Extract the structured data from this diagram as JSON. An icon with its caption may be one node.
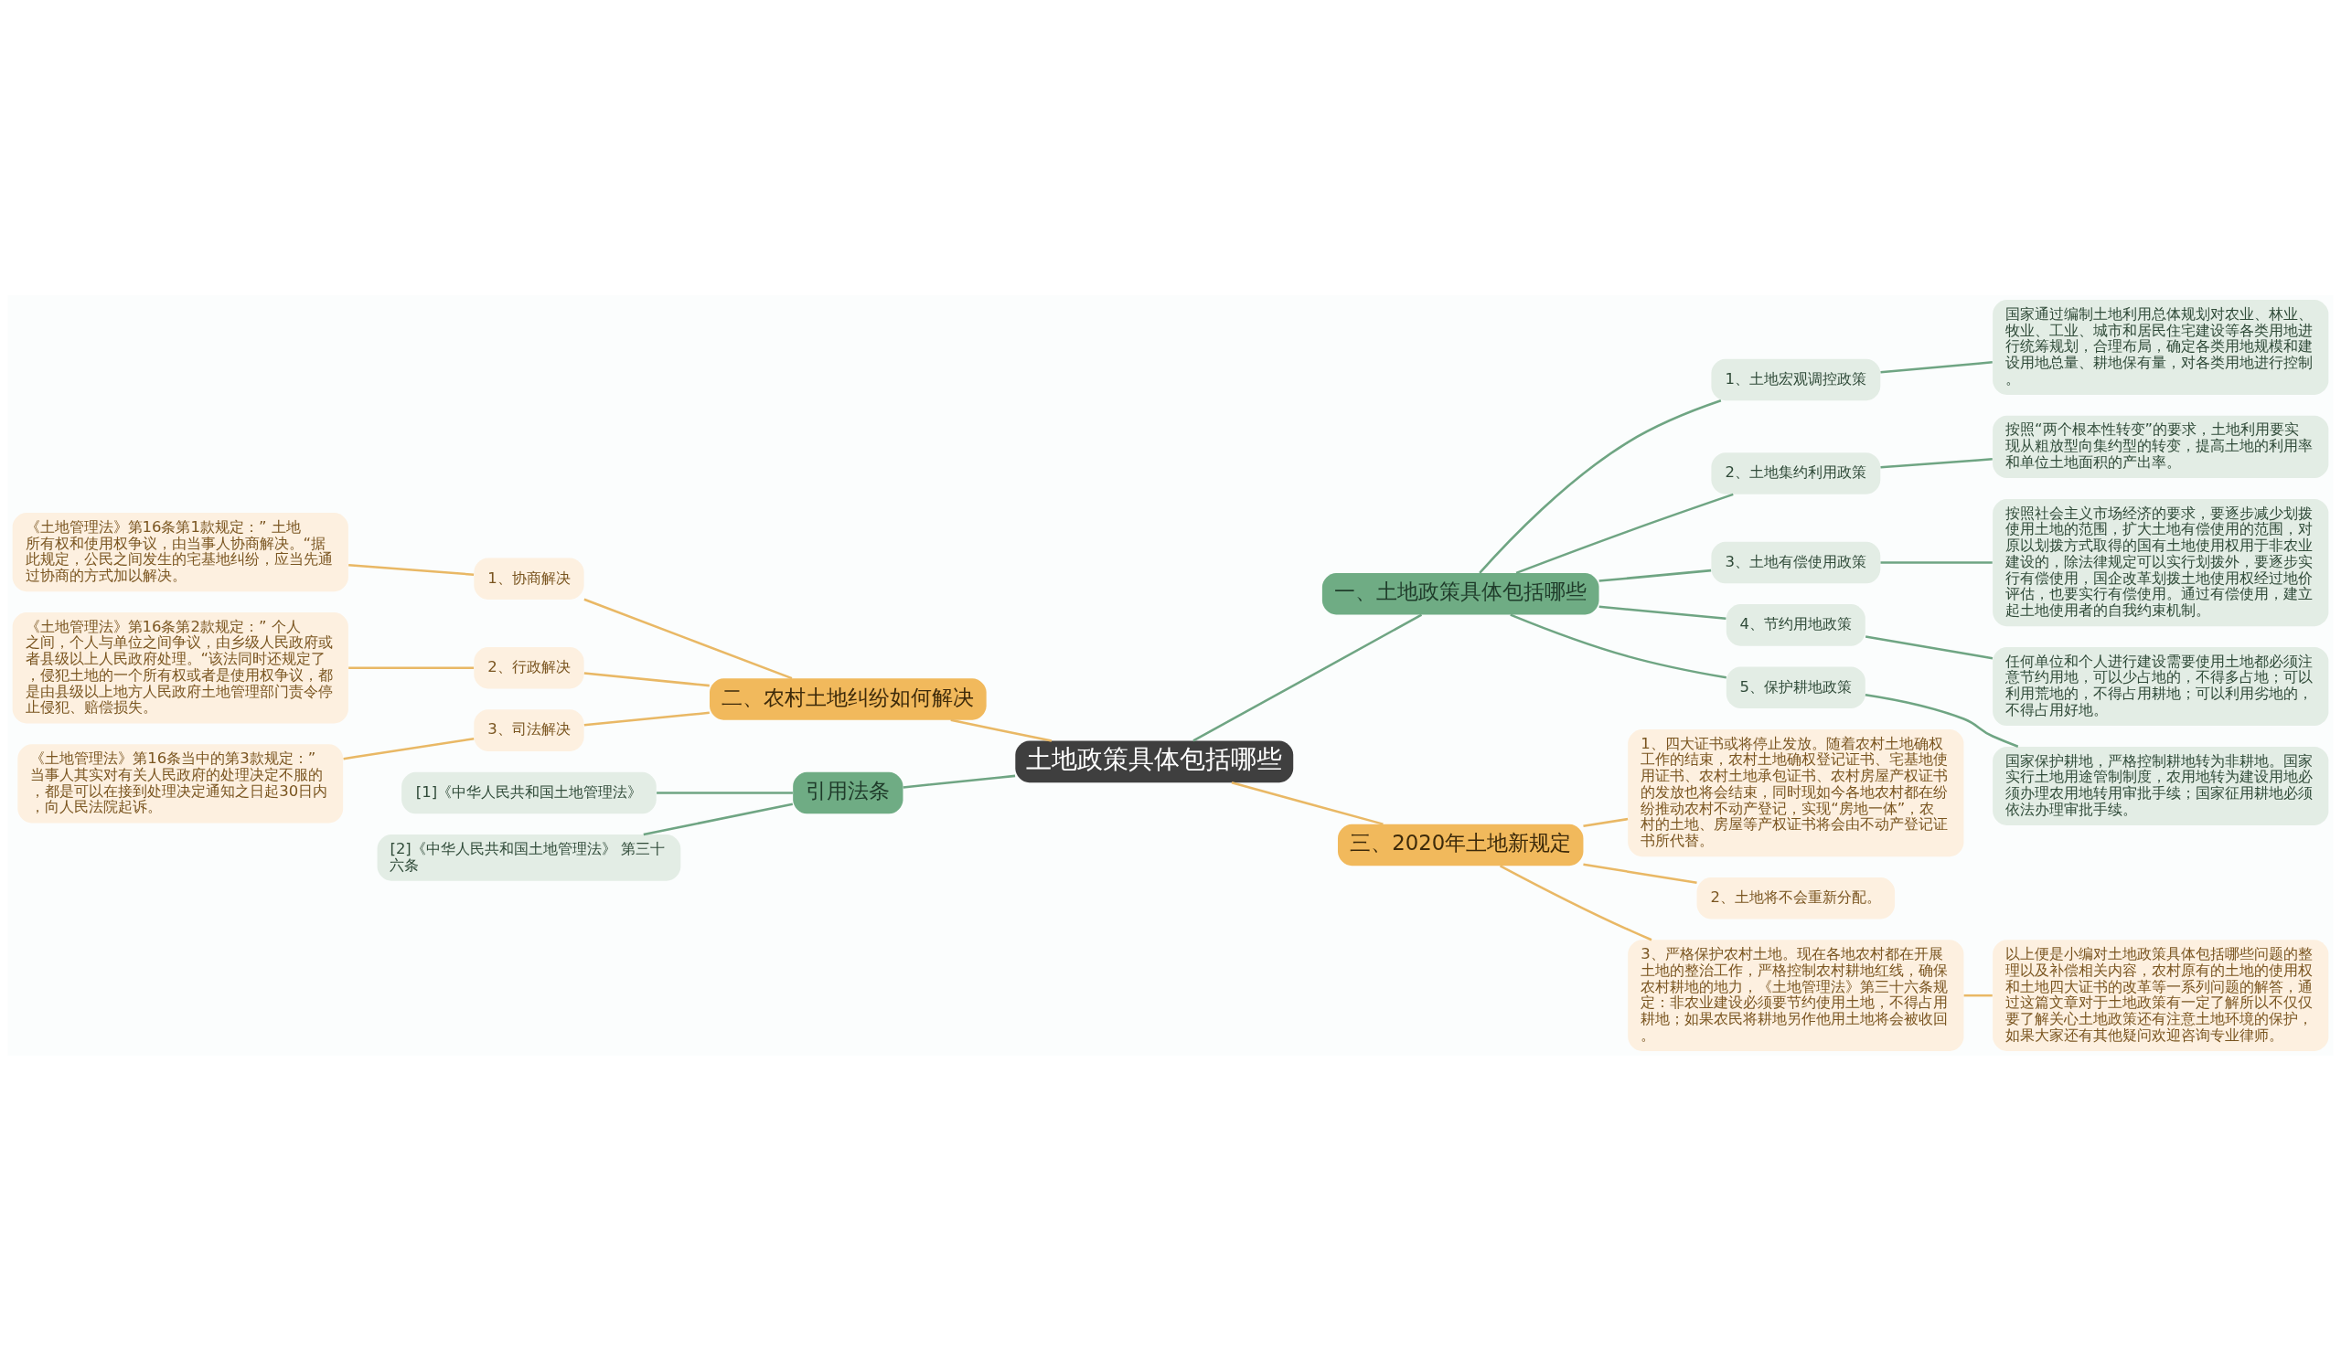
{
  "diagram": {
    "nodes": [
      {
        "text": [
          "土地政策具体包括哪些"
        ]
      },
      {
        "text": [
          "一、土地政策具体包括哪些"
        ]
      },
      {
        "text": [
          "1、土地宏观调控政策"
        ]
      },
      {
        "text": [
          "国家通过编制土地利用总体规划对农业、林业、牧业、工业、城市和居民住宅建设等各类用地进行统筹规划，合理布局，确定各类用地规模和建设用地总量、耕地保有量，对各类用地进行控制。"
        ]
      },
      {
        "text": [
          "2、土地集约利用政策"
        ]
      },
      {
        "text": [
          "按照“两个根本性转变”的要求，土地利用要实现从粗放型向集约型的转变，提高土地的利用率和单位土地面积的产出率。"
        ]
      },
      {
        "text": [
          "3、土地有偿使用政策"
        ]
      },
      {
        "text": [
          "按照社会主义市场经济的要求，要逐步减少划拨使用土地的范围，扩大土地有偿使用的范围，对原以划拨方式取得的国有土地使用权用于非农业建设的，除法律规定可以实行划拨外，要逐步实行有偿使用，国企改革划拨土地使用权经过地价评估，也要实行有偿使用。通过有偿使用，建立起土地使用者的自我约束机制。"
        ]
      },
      {
        "text": [
          "4、节约用地政策"
        ]
      },
      {
        "text": [
          "任何单位和个人进行建设需要使用土地都必须注意节约用地，可以少占地的，不得多占地；可以利用荒地的，不得占用耕地；可以利用劣地的，不得占用好地。"
        ]
      },
      {
        "text": [
          "5、保护耕地政策"
        ]
      },
      {
        "text": [
          "国家保护耕地，严格控制耕地转为非耕地。国家实行土地用途管制制度，农用地转为建设用地必须办理农用地转用审批手续；国家征用耕地必须依法办理审批手续。"
        ]
      },
      {
        "text": [
          "三、2020年土地新规定"
        ]
      },
      {
        "text": [
          "1、四大证书或将停止发放。随着农村土地确权工作的结束，农村土地确权登记证书、宅基地使用证书、农村土地承包证书、农村房屋产权证书的发放也将会结束，同时现如今各地农村都在纷纷推动农村不动产登记，实现“房地一体”，农村的土地、房屋等产权证书将会由不动产登记证书所代替。"
        ]
      },
      {
        "text": [
          "2、土地将不会重新分配。"
        ]
      },
      {
        "text": [
          "3、严格保护农村土地。现在各地农村都在开展土地的整治工作，严格控制农村耕地红线，确保农村耕地的地力，《土地管理法》第三十六条规定：非农业建设必须要节约使用土地，不得占用耕地；如果农民将耕地另作他用土地将会被收回。"
        ]
      },
      {
        "text": [
          "以上便是小编对土地政策具体包括哪些问题的整理以及补偿相关内容，农村原有的土地的使用权和土地四大证书的改革等一系列问题的解答，通过这篇文章对于土地政策有一定了解所以不仅仅要了解关心土地政策还有注意土地环境的保护，如果大家还有其他疑问欢迎咨询专业律师。"
        ]
      },
      {
        "text": [
          "二、农村土地纠纷如何解决"
        ]
      },
      {
        "text": [
          "1、协商解决"
        ]
      },
      {
        "text": [
          "《土地管理法》第16条第1款规定：” 土地所有权和使用权争议，由当事人协商解决。“据此规定，公民之间发生的宅基地纠纷，应当先通过协商的方式加以解决。"
        ]
      },
      {
        "text": [
          "2、行政解决"
        ]
      },
      {
        "text": [
          "《土地管理法》第16条第2款规定：” 个人之间，个人与单位之间争议，由乡级人民政府或者县级以上人民政府处理。“该法同时还规定了，侵犯土地的一个所有权或者是使用权争议，都是由县级以上地方人民政府土地管理部门责令停止侵犯、赔偿损失。"
        ]
      },
      {
        "text": [
          "3、司法解决"
        ]
      },
      {
        "text": [
          "《土地管理法》第16条当中的第3款规定：” 当事人其实对有关人民政府的处理决定不服的，都是可以在接到处理决定通知之日起30日内，向人民法院起诉。"
        ]
      },
      {
        "text": [
          "引用法条"
        ]
      },
      {
        "text": [
          "[1]《中华人民共和国土地管理法》"
        ]
      },
      {
        "text": [
          "[2]《中华人民共和国土地管理法》 第三十六条"
        ]
      }
    ],
    "edges": [
      {
        "from": 0,
        "to": 1,
        "arrow": "none"
      },
      {
        "from": 1,
        "to": 2,
        "arrow": "none"
      },
      {
        "from": 2,
        "to": 3,
        "arrow": "none"
      },
      {
        "from": 1,
        "to": 4,
        "arrow": "none"
      },
      {
        "from": 4,
        "to": 5,
        "arrow": "none"
      },
      {
        "from": 1,
        "to": 6,
        "arrow": "none"
      },
      {
        "from": 6,
        "to": 7,
        "arrow": "none"
      },
      {
        "from": 1,
        "to": 8,
        "arrow": "none"
      },
      {
        "from": 8,
        "to": 9,
        "arrow": "none"
      },
      {
        "from": 1,
        "to": 10,
        "arrow": "none"
      },
      {
        "from": 10,
        "to": 11,
        "arrow": "none"
      },
      {
        "from": 0,
        "to": 12,
        "arrow": "none",
        "color": "#e9b865"
      },
      {
        "from": 12,
        "to": 13,
        "arrow": "none",
        "color": "#e9b865"
      },
      {
        "from": 12,
        "to": 14,
        "arrow": "none",
        "color": "#e9b865"
      },
      {
        "from": 12,
        "to": 15,
        "arrow": "none",
        "color": "#e9b865"
      },
      {
        "from": 15,
        "to": 16,
        "arrow": "none",
        "color": "#e9b865"
      },
      {
        "from": 0,
        "to": 17,
        "arrow": "none",
        "color": "#e9b865"
      },
      {
        "from": 17,
        "to": 18,
        "arrow": "none",
        "color": "#e9b865"
      },
      {
        "from": 18,
        "to": 19,
        "arrow": "none",
        "color": "#e9b865"
      },
      {
        "from": 17,
        "to": 20,
        "arrow": "none",
        "color": "#e9b865"
      },
      {
        "from": 20,
        "to": 21,
        "arrow": "none",
        "color": "#e9b865"
      },
      {
        "from": 17,
        "to": 22,
        "arrow": "none",
        "color": "#e9b865"
      },
      {
        "from": 22,
        "to": 23,
        "arrow": "none",
        "color": "#e9b865"
      },
      {
        "from": 0,
        "to": 24,
        "arrow": "none"
      },
      {
        "from": 24,
        "to": 25,
        "arrow": "none"
      },
      {
        "from": 24,
        "to": 26,
        "arrow": "none"
      }
    ]
  }
}
